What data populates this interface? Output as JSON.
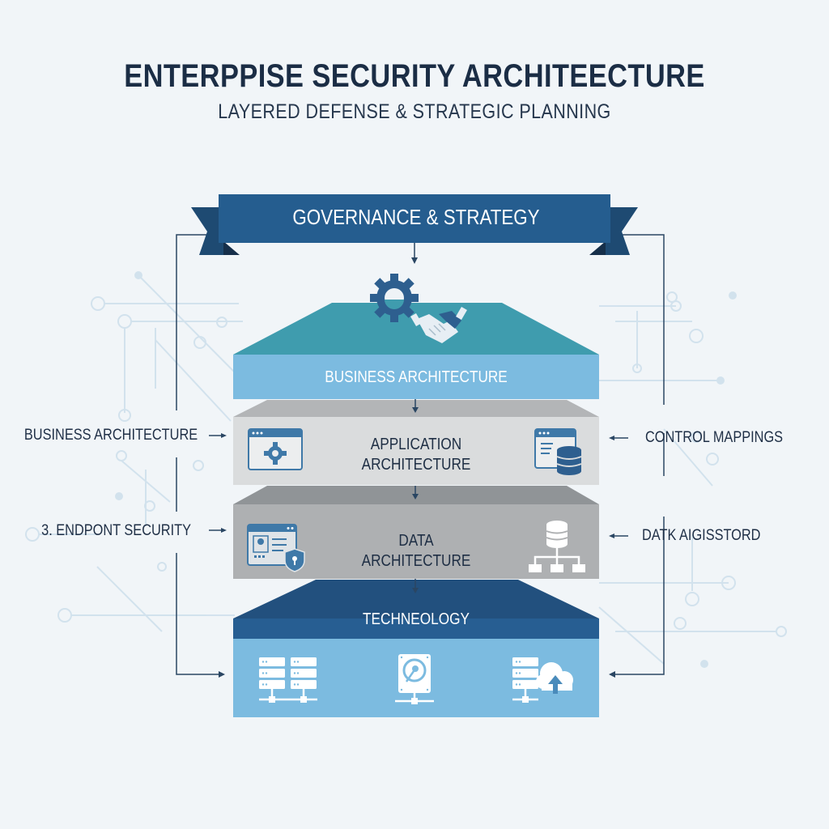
{
  "header": {
    "title": "ENTERPPISE SECURITY ARCHITEECTURE",
    "subtitle": "LAYERED DEFENSE & STRATEGIC PLANNING"
  },
  "banner": {
    "label": "GOVERNANCE & STRATEGY",
    "icons": [
      "gear-icon",
      "handshake-icon"
    ]
  },
  "layers": [
    {
      "id": "business",
      "label_lines": [
        "BUSINESS ARCHITECTURE"
      ],
      "icons": []
    },
    {
      "id": "application",
      "label_lines": [
        "APPLICATION",
        "ARCHITECTURE"
      ],
      "icons": [
        "app-window-gear-icon",
        "app-window-database-icon"
      ]
    },
    {
      "id": "data",
      "label_lines": [
        "DATA",
        "ARCHITECTURE"
      ],
      "icons": [
        "id-card-shield-icon",
        "database-network-icon"
      ]
    },
    {
      "id": "technology",
      "label_lines": [
        "TECHNEOLOGY"
      ],
      "icons": [
        "server-rack-network-icon",
        "hard-drive-network-icon",
        "server-cloud-upload-icon"
      ]
    }
  ],
  "side_labels": {
    "left": [
      {
        "text": "BUSINESS ARCHITECTURE",
        "points_to": "application"
      },
      {
        "text": "3. ENDPONT SECURITY",
        "points_to": "data"
      }
    ],
    "right": [
      {
        "text": "CONTROL MAPPINGS",
        "points_to": "application"
      },
      {
        "text": "DATK AIGISSTORD",
        "points_to": "data"
      }
    ]
  },
  "colors": {
    "background": "#f1f5f8",
    "navy_text": "#1b2d45",
    "banner": "#245b8d",
    "banner_dark": "#1b3f62",
    "teal_top": "#3d9daf",
    "light_blue": "#7dbadf",
    "gray_light": "#d9dbdd",
    "gray_mid": "#a9abad",
    "navy_layer": "#245b8d",
    "icon_blue": "#3b6d97"
  }
}
